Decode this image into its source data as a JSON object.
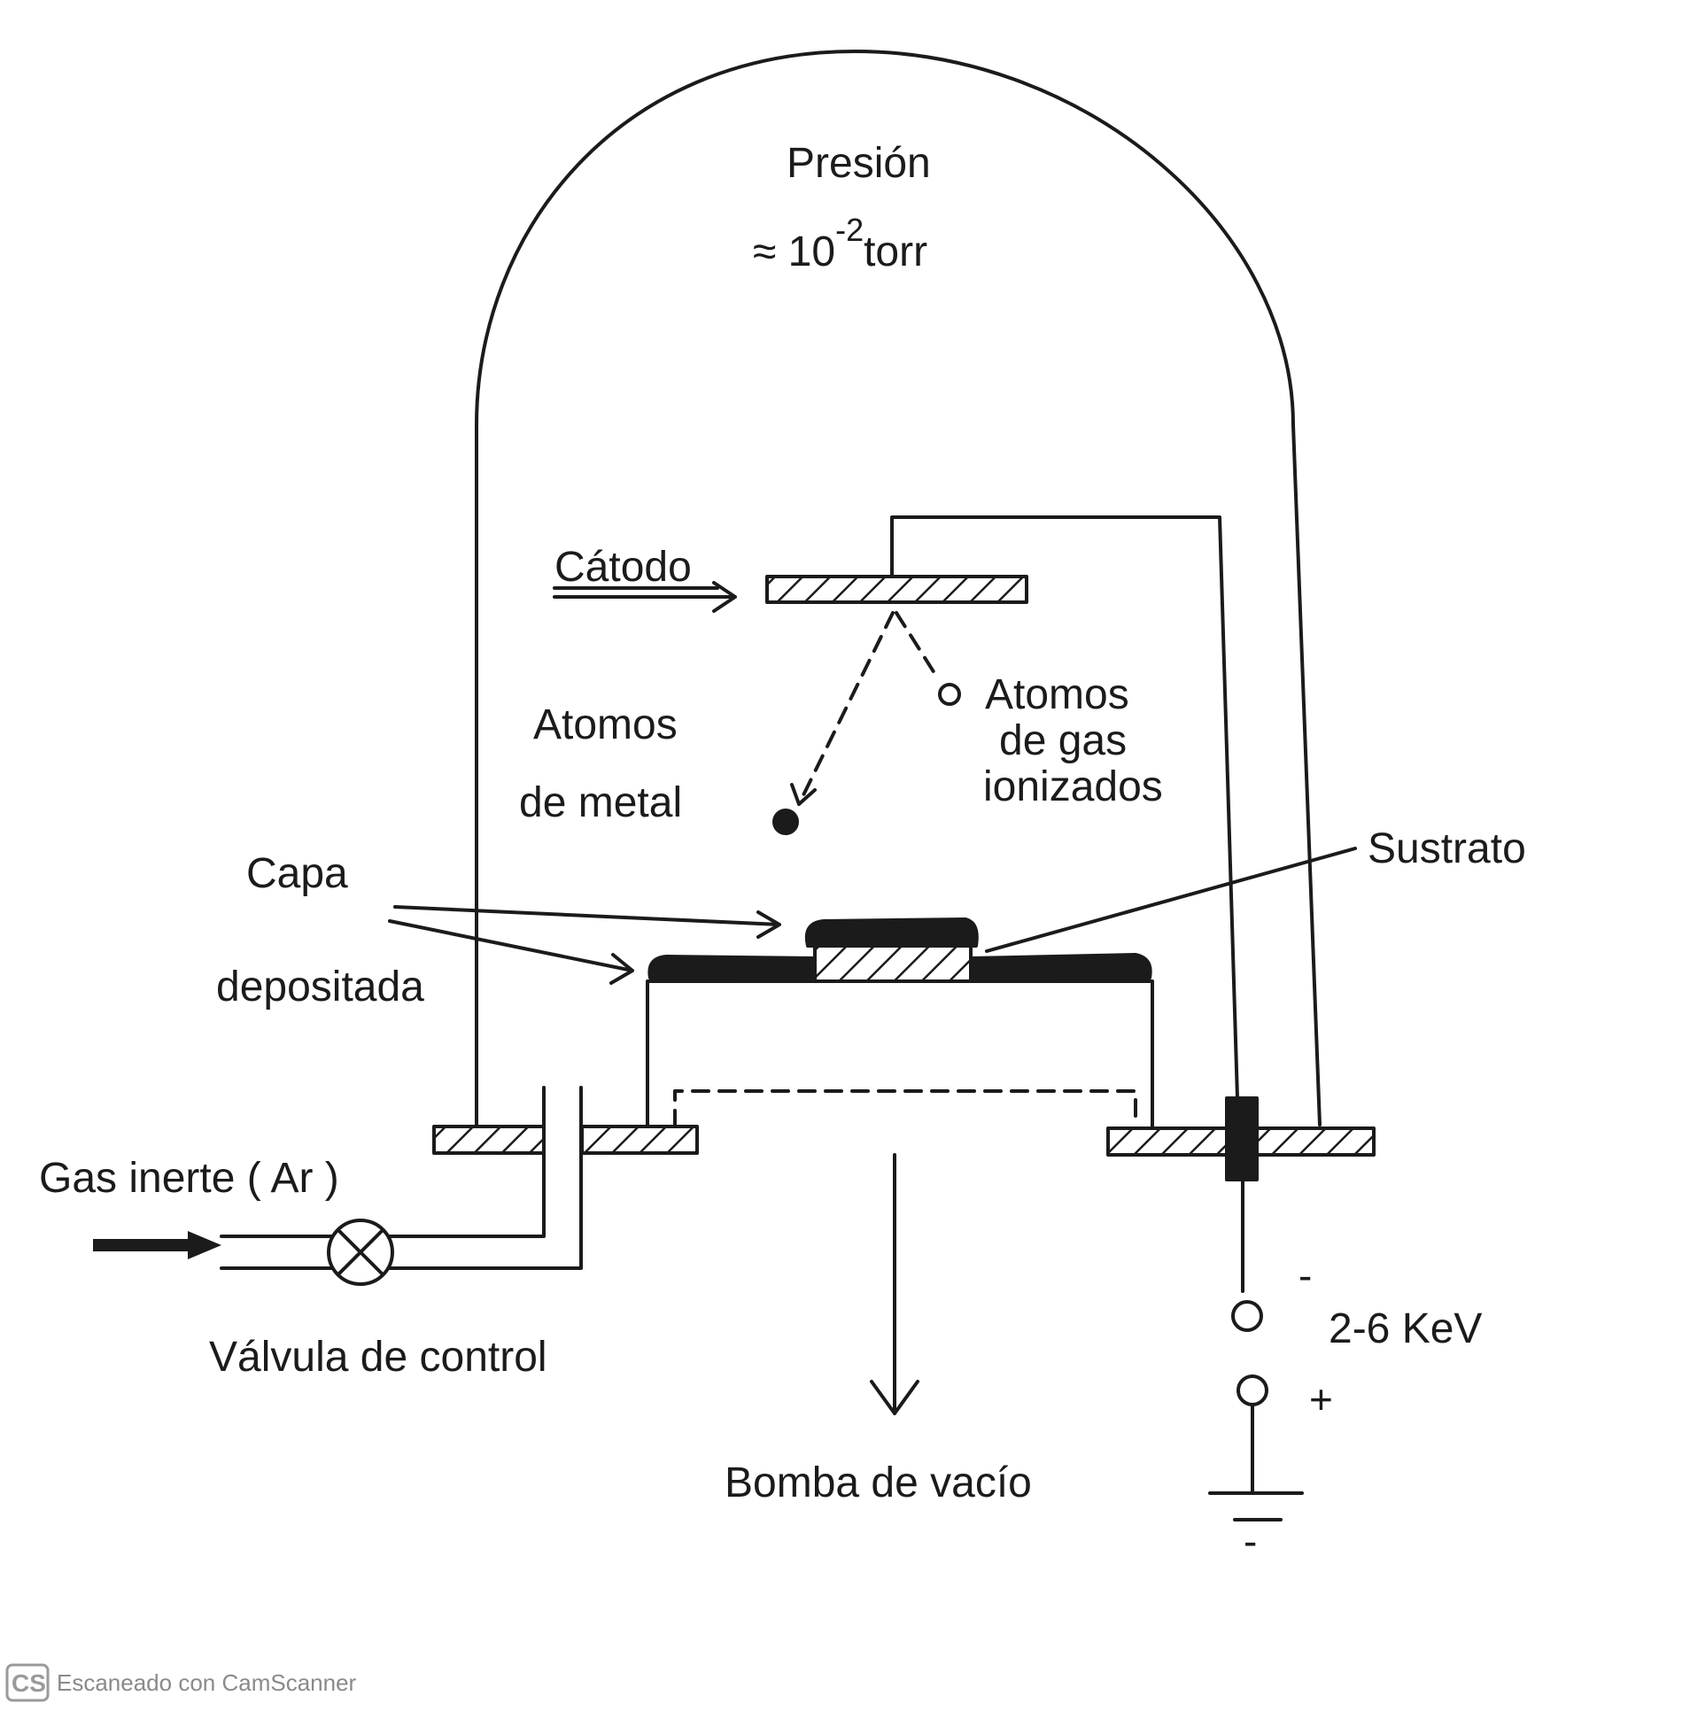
{
  "labels": {
    "pressure_title": "Presión",
    "pressure_prefix": "≈ 10",
    "pressure_exponent": "-2",
    "pressure_unit": "torr",
    "cathode": "Cátodo",
    "metal_atoms_line1": "Atomos",
    "metal_atoms_line2": "de metal",
    "ionized_atoms_line1": "Atomos",
    "ionized_atoms_line2": "de gas",
    "ionized_atoms_line3": "ionizados",
    "substrate": "Sustrato",
    "deposited_layer_line1": "Capa",
    "deposited_layer_line2": "depositada",
    "inert_gas": "Gas inerte ( Ar )",
    "control_valve": "Válvula de control",
    "vacuum_pump": "Bomba de vacío",
    "voltage": "2-6 KeV",
    "minus_sign": "-",
    "plus_sign": "+",
    "ground_minus": "-"
  },
  "watermark": {
    "logo": "CS",
    "text": "Escaneado con CamScanner"
  },
  "colors": {
    "ink": "#1b1b1b",
    "background": "#ffffff",
    "watermark": "#8a8a8a"
  }
}
